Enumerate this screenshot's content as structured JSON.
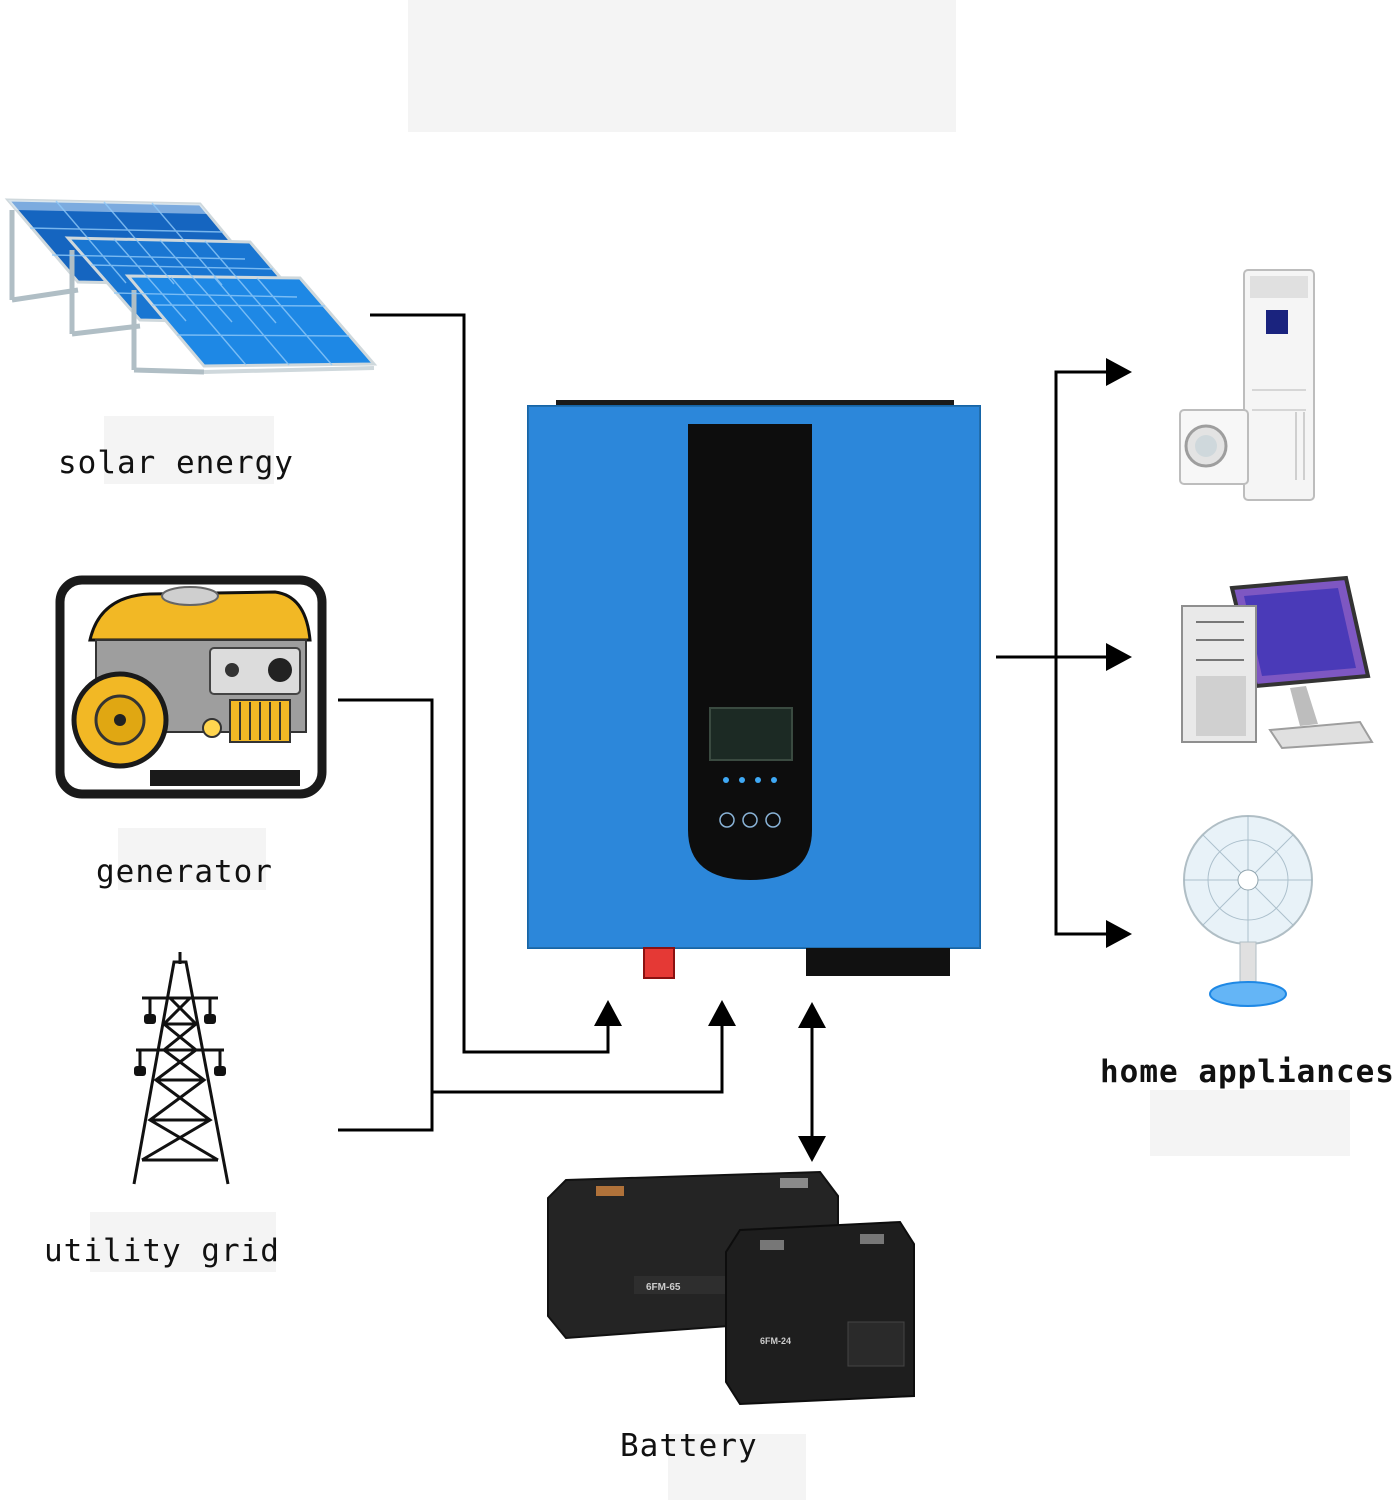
{
  "labels": {
    "solar": "solar energy",
    "generator": "generator",
    "grid": "utility grid",
    "appliances": "home appliances",
    "battery": "Battery"
  },
  "icons": {
    "solar": "solar-panels-icon",
    "generator": "generator-icon",
    "grid": "transmission-tower-icon",
    "inverter": "hybrid-inverter-icon",
    "battery": "battery-icon",
    "air_conditioner": "air-conditioner-icon",
    "washing_machine": "washing-machine-icon",
    "computer": "desktop-computer-icon",
    "fan": "electric-fan-icon"
  },
  "battery_models": [
    "6FM-65",
    "6FM-24"
  ],
  "colors": {
    "inverter_body": "#1f80d8",
    "panel": "#1565c0",
    "generator_tank": "#f2b825",
    "battery": "#242424",
    "wire": "#000000"
  }
}
